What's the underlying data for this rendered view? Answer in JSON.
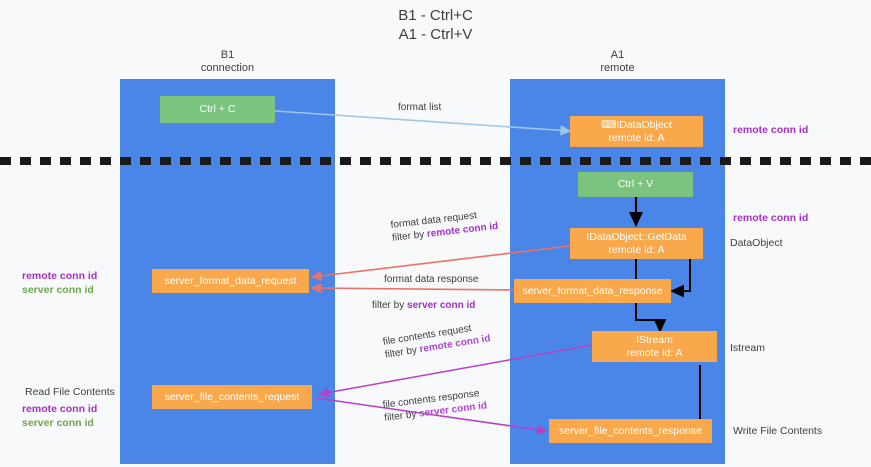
{
  "title": {
    "line1": "B1 - Ctrl+C",
    "line2": "A1 - Ctrl+V"
  },
  "columns": [
    {
      "id": "b1",
      "name": "B1",
      "sub": "connection",
      "color": "#4a86e8"
    },
    {
      "id": "a1",
      "name": "A1",
      "sub": "remote",
      "color": "#4a86e8"
    }
  ],
  "nodes": {
    "ctrl_c": {
      "line1": "Ctrl + C",
      "color": "#7bc47f"
    },
    "ctrl_v": {
      "line1": "Ctrl + V",
      "color": "#7bc47f"
    },
    "idataobject": {
      "line1": "⌨IDataObject",
      "line2": "remote id: A",
      "color": "#f9a94c"
    },
    "getdata": {
      "line1": "IDataObject::GetData",
      "line2": "remote id: A",
      "color": "#f9a94c"
    },
    "server_format_data_request": {
      "line1": "server_format_data_request",
      "color": "#f9a94c"
    },
    "server_format_data_response": {
      "line1": "server_format_data_response",
      "color": "#f9a94c"
    },
    "istream": {
      "line1": "IStream",
      "line2": "remote id: A",
      "color": "#f9a94c"
    },
    "server_file_contents_request": {
      "line1": "server_file_contents_request",
      "color": "#f9a94c"
    },
    "server_file_contents_response": {
      "line1": "server_file_contents_response",
      "color": "#f9a94c"
    }
  },
  "edge_labels": {
    "format_list": "format list",
    "format_data_request": "format data request",
    "format_data_request_filter_prefix": "filter by ",
    "format_data_request_filter_value": "remote conn id",
    "format_data_response": "format data response",
    "format_data_response_filter_prefix": "filter by ",
    "format_data_response_filter_value": "server conn id",
    "file_contents_request": "file contents request",
    "file_contents_request_filter_prefix": "filter by ",
    "file_contents_request_filter_value": "remote conn id",
    "file_contents_response": "file contents response",
    "file_contents_response_filter_prefix": "filter by ",
    "file_contents_response_filter_value": "server conn id"
  },
  "side_labels": {
    "right_remote_conn_id_top": "remote conn id",
    "right_remote_conn_id_mid": "remote conn id",
    "right_dataobject": "DataObject",
    "right_istream": "Istream",
    "right_write_file_contents": "Write File Contents",
    "left_remote_conn_id": "remote conn id",
    "left_server_conn_id": "server conn id",
    "left_read_file_contents": "Read File Contents",
    "left_remote_conn_id_2": "remote conn id",
    "left_server_conn_id_2": "server conn id"
  },
  "colors": {
    "column_blue": "#4a86e8",
    "node_orange": "#f9a94c",
    "node_green": "#7bc47f",
    "purple": "#a531c4",
    "green_text": "#6aa84f",
    "arrow_lightblue": "#9fc5e8",
    "arrow_red": "#e8736a",
    "arrow_magenta": "#b83fc4",
    "arrow_black": "#000000",
    "divider_black": "#1a1a1a",
    "background": "#f8f9fa"
  }
}
